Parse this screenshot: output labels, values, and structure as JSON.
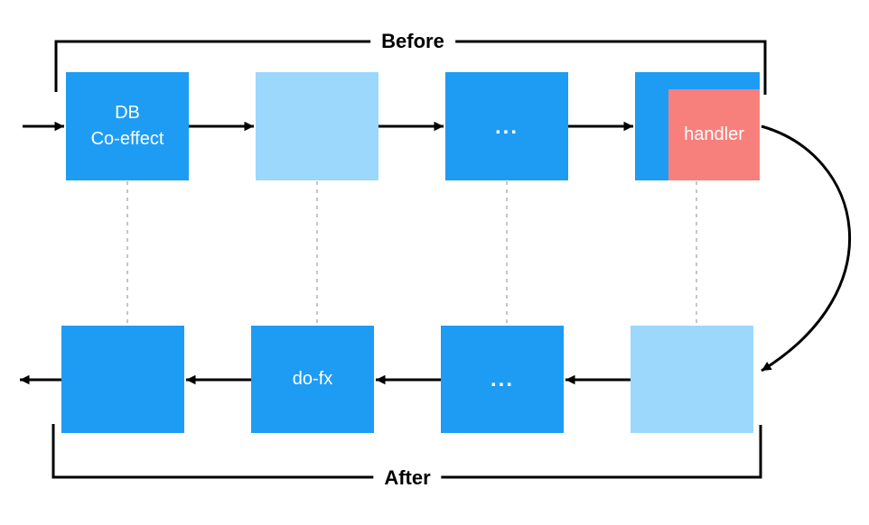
{
  "diagram": {
    "before_label": "Before",
    "after_label": "After",
    "boxes": {
      "db_coeffect": {
        "line1": "DB",
        "line2": "Co-effect"
      },
      "ellipsis_top": {
        "label": "..."
      },
      "handler": {
        "label": "handler"
      },
      "do_fx": {
        "label": "do-fx"
      },
      "ellipsis_bottom": {
        "label": "..."
      }
    },
    "colors": {
      "box_blue": "#1e9cf4",
      "box_light_blue": "#9cd7fc",
      "handler_red": "#f8807c",
      "line_black": "#000000",
      "connector_gray": "#c6c6c6",
      "box_text_white": "#ffffff",
      "background": "#ffffff"
    }
  }
}
